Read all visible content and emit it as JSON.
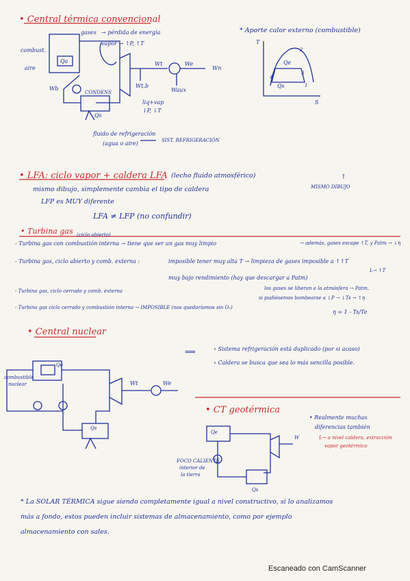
{
  "section1": {
    "title": "• Central térmica convencional",
    "labels": {
      "gases": "gases",
      "perdida": "→ pérdida de energía",
      "vapor": "vapor → ↑P, ↑T",
      "combust": "combust.",
      "aire": "aire",
      "qa": "Qa",
      "wb": "Wb",
      "condens": "CONDENS",
      "wt": "Wt",
      "we": "We",
      "wn": "Wn",
      "wtb": "Wt,b",
      "waux": "Waux",
      "liqvap": "liq+vap",
      "liqvap2": "↓P, ↓T",
      "qs": "Qs",
      "fluido1": "fluido de refrigeración",
      "fluido2": "(agua o aire)",
      "sist": "SIST. REFRIGERACIÓN"
    },
    "ts_title": "* Aporte calor externo (combustible)",
    "ts_labels": {
      "T": "T",
      "S": "S",
      "qe": "Qe",
      "qs": "Qs",
      "n1": "1",
      "n2": "2",
      "n3": "3",
      "n4": "4"
    }
  },
  "section2": {
    "title": "• LFA: ciclo vapor + caldera LFA",
    "subtitle": "(lecho fluido atmosférico)",
    "line1": "mismo dibujo, simplemente cambia el tipo de caldera",
    "line2": "LFP es MUY diferente",
    "line3": "LFA ≠ LFP (no confundir)",
    "side_arrow": "↑",
    "side": "MISMO DIBUJO"
  },
  "section3": {
    "title": "• Turbina gas",
    "note_abierto": "(ciclo abierto)",
    "l1": "- Turbina gas con combustión interna → tiene que ser un gas muy limpio",
    "l1b": "→ además, gases escape ↑T, y Patm → ↓η",
    "l2": "- Turbina gas, ciclo abierto y comb. externa :",
    "l2a": "imposible tener muy alta T → limpieza de gases imposible a ↑↑T",
    "l2a2": "L→ ↑T",
    "l2b": "muy bajo rendimiento (hay que descargar a Patm)",
    "l3": "- Turbina gas, ciclo cerrado y comb. externa",
    "l3a": "los gases se liberan a la atmósfera → Patm,",
    "l3b": "si pudiésemos bombearse a ↓P → ↓Ts → ↑η",
    "l4": "- Turbina gas ciclo cerrado y combustión interna → IMPOSIBLE (nos quedaríamos sin O₂)",
    "eta": "η = 1 - Ts/Te"
  },
  "section4": {
    "title": "• Central nuclear",
    "arrow": "⟹",
    "b1": "∘ Sistema refrigeración está duplicado (por si acaso)",
    "b2": "∘ Caldera se busca que sea lo más sencilla posible.",
    "comb": "combustible",
    "nuclear": "nuclear",
    "qe": "Qe",
    "wt": "Wt",
    "we": "We",
    "qs": "Qs"
  },
  "section5": {
    "title": "• CT geotérmica",
    "qe": "Qe",
    "w": "W",
    "qs": "Qs",
    "foco1": "FOCO CALIENTE",
    "foco2": "interior de",
    "foco3": "la tierra",
    "note1": "• Realmente muchas",
    "note2": "diferencias también",
    "note3": "L→ a nivel caldera, extracción",
    "note4": "vapor geotérmico"
  },
  "section6": {
    "line1": "* La SOLAR TÉRMICA sigue siendo completamente igual a nivel constructivo, si lo analizamos",
    "line2": "más a fondo, estos pueden incluir sistemas de almacenamiento, como por ejemplo",
    "line3": "almacenamiento con sales."
  },
  "footer": "Escaneado con CamScanner",
  "colors": {
    "ink_blue": "#1f2f9a",
    "ink_red": "#c8282c",
    "paper": "#f7f5ef"
  }
}
